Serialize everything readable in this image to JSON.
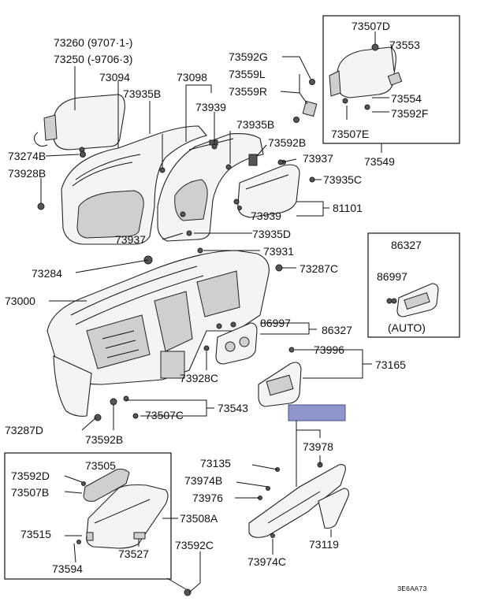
{
  "parts": {
    "p73260": "73260 (9707·1-)",
    "p73250": "73250 (-9706·3)",
    "p73094": "73094",
    "p73098": "73098",
    "p73935B_a": "73935B",
    "p73939_a": "73939",
    "p73592G": "73592G",
    "p73559L": "73559L",
    "p73559R": "73559R",
    "p73507D": "73507D",
    "p73553": "73553",
    "p73554": "73554",
    "p73592F": "73592F",
    "p73507E": "73507E",
    "p73549": "73549",
    "p73274B": "73274B",
    "p73928B": "73928B",
    "p73935B_b": "73935B",
    "p73592B_a": "73592B",
    "p73937_a": "73937",
    "p73935C": "73935C",
    "p81101": "81101",
    "p73939_b": "73939",
    "p73937_b": "73937",
    "p73935D": "73935D",
    "p73931": "73931",
    "p73284": "73284",
    "p73287C": "73287C",
    "p86327_a": "86327",
    "p86997_a": "86997",
    "auto": "(AUTO)",
    "p73000": "73000",
    "p86997_b": "86997",
    "p86327_b": "86327",
    "p73996": "73996",
    "p73165": "73165",
    "p73928C": "73928C",
    "p73543": "73543",
    "p73507C": "73507C",
    "p73287D": "73287D",
    "p73592B_b": "73592B",
    "p73978": "73978",
    "p73135": "73135",
    "p73974B": "73974B",
    "p73976": "73976",
    "p73119": "73119",
    "p73974C": "73974C",
    "p73505": "73505",
    "p73592D": "73592D",
    "p73507B": "73507B",
    "p73508A": "73508A",
    "p73515": "73515",
    "p73527": "73527",
    "p73594": "73594",
    "p73592C": "73592C"
  },
  "diagram_code": "3E6AA73",
  "highlight_color": "#8f96cc"
}
